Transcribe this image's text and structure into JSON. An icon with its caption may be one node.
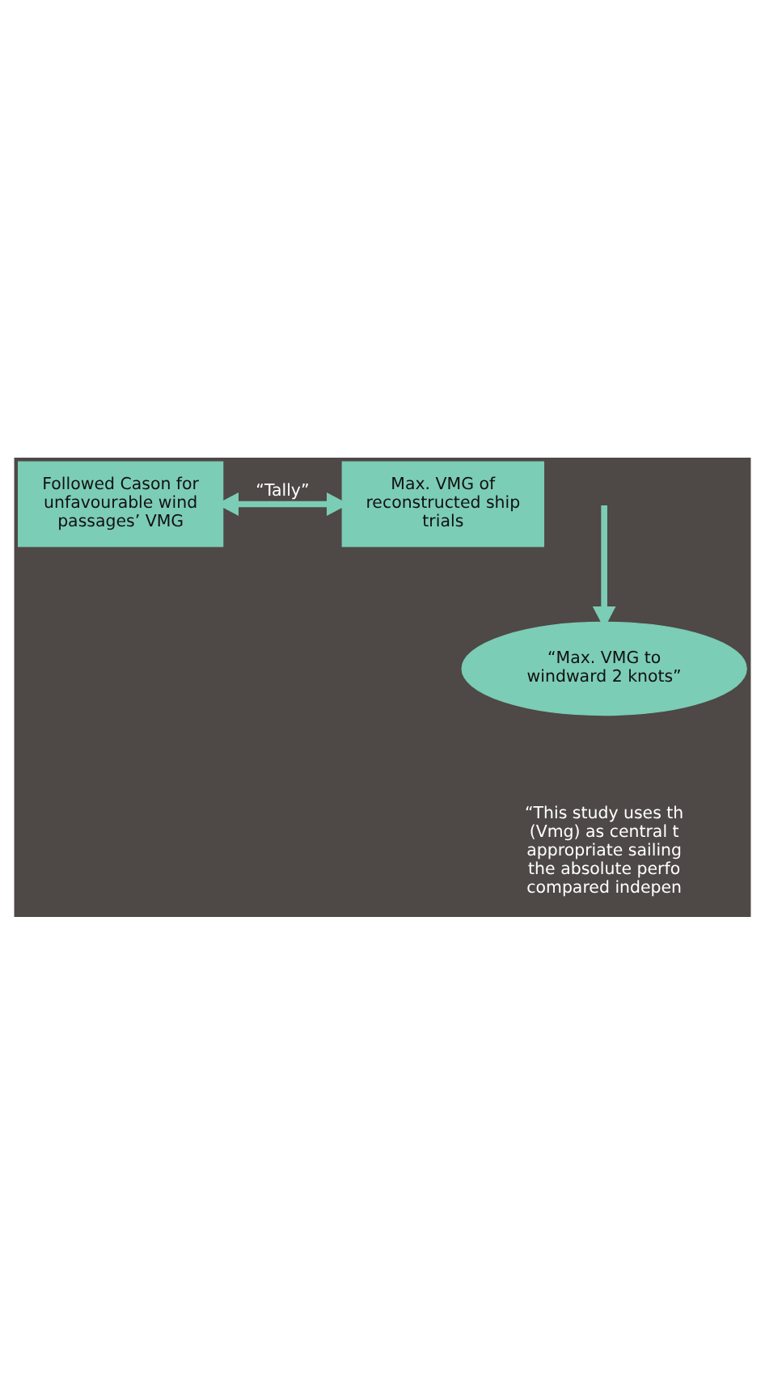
{
  "diagram": {
    "nodes": [
      {
        "text": [
          "Followed Cason for unfavourable wind passages’ VMG"
        ]
      },
      {
        "text": [
          "Max. VMG of reconstructed ship trials"
        ]
      },
      {
        "text": [
          "“Max. VMG to windward 2 knots”"
        ]
      }
    ],
    "edges": [
      {
        "from": 0,
        "to": 1,
        "arrow": "both",
        "label": "“Tally”"
      },
      {
        "from": null,
        "to": 2,
        "arrow": "to"
      }
    ],
    "labels": [
      "“This study uses th (Vmg) as central t appropriate sailing the absolute perfo compared indepen"
    ]
  }
}
